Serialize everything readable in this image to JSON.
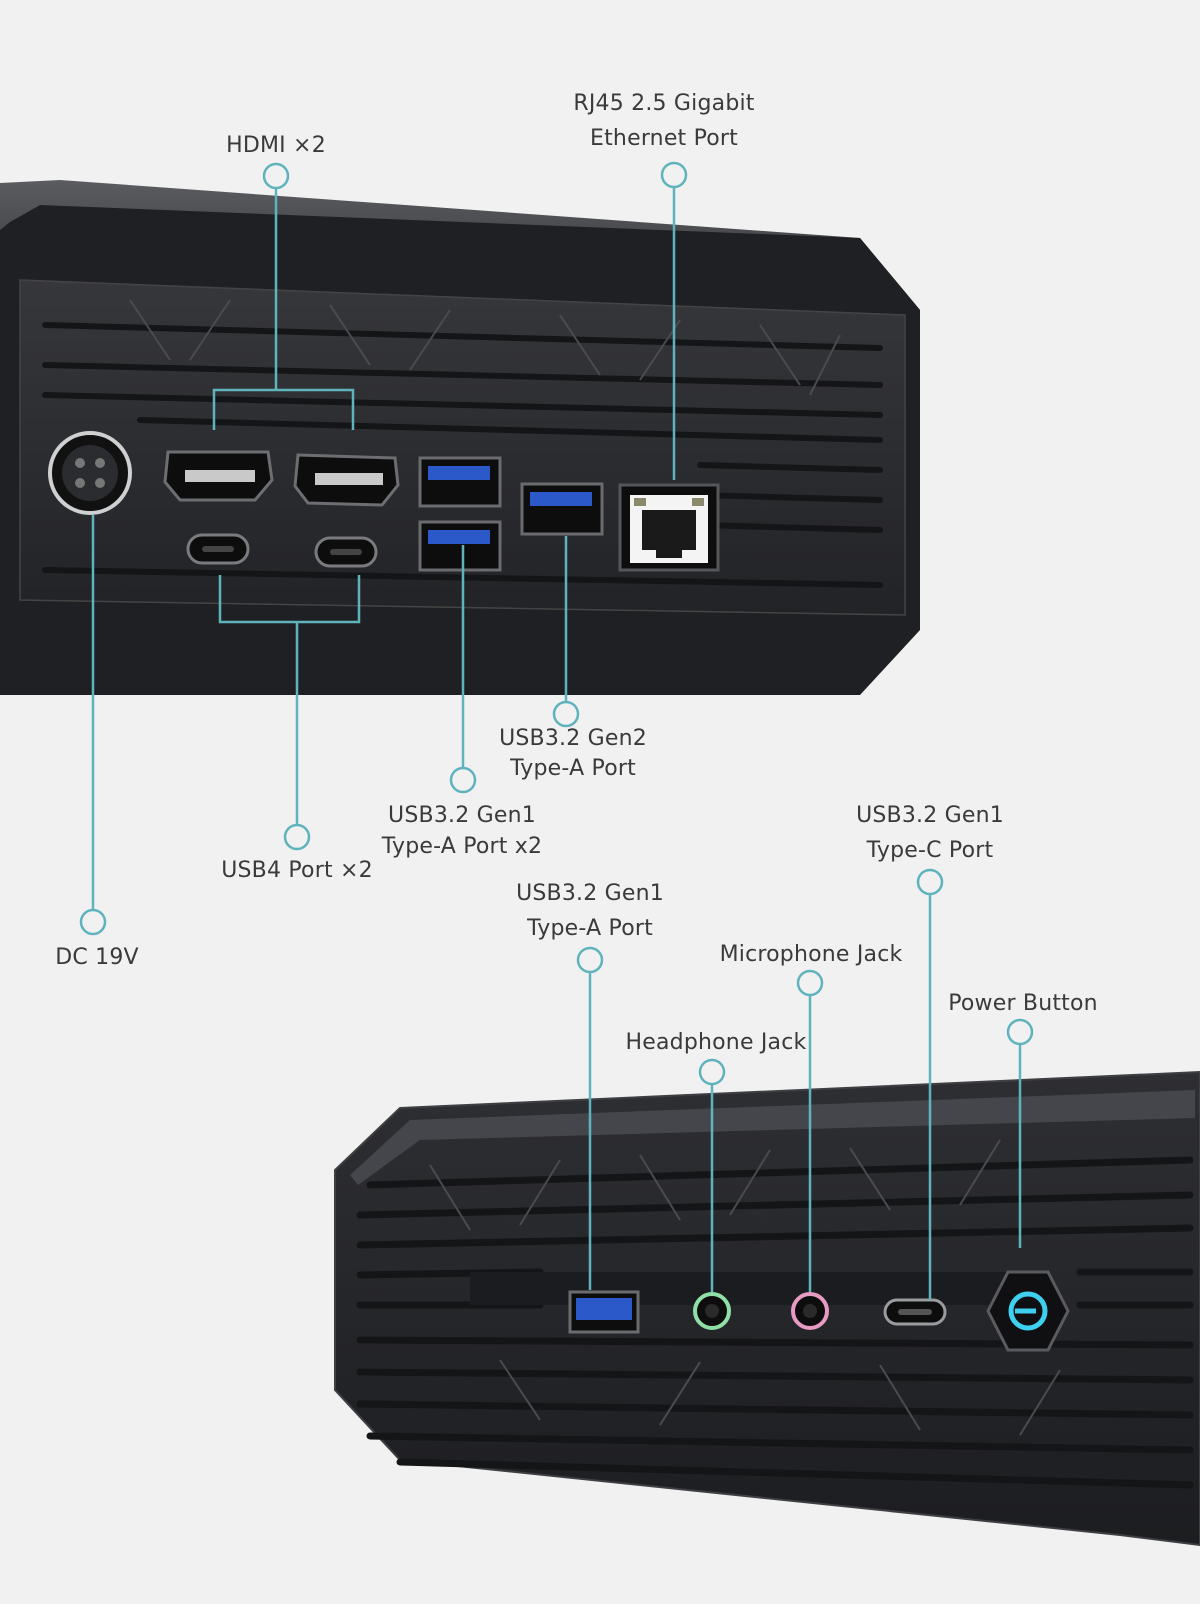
{
  "colors": {
    "background": "#f1f1f1",
    "callout_line": "#5fb3bd",
    "device_body": "#2a2b2e",
    "usb_blue": "#2c59c9",
    "power_glow": "#3fd0f0"
  },
  "labels": {
    "hdmi": "HDMI ×2",
    "rj45_line1": "RJ45  2.5 Gigabit",
    "rj45_line2": "Ethernet Port",
    "usb32_gen2_line1": "USB3.2 Gen2",
    "usb32_gen2_line2": "Type-A Port",
    "usb32_gen1_rear_line1": "USB3.2 Gen1",
    "usb32_gen1_rear_line2": "Type-A Port x2",
    "usb4": "USB4 Port ×2",
    "dc": "DC 19V",
    "usb32_gen1_typec_line1": "USB3.2 Gen1",
    "usb32_gen1_typec_line2": "Type-C Port",
    "usb32_gen1_front_line1": "USB3.2 Gen1",
    "usb32_gen1_front_line2": "Type-A Port",
    "microphone": "Microphone Jack",
    "power": "Power Button",
    "headphone": "Headphone Jack"
  }
}
